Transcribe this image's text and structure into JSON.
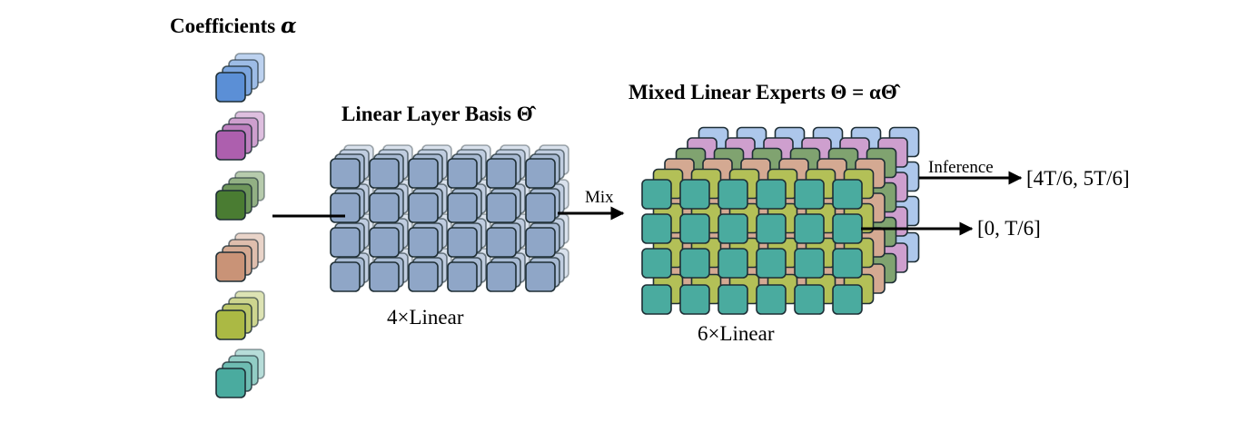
{
  "coefficients": {
    "title": "Coefficients",
    "symbol": "α"
  },
  "basis": {
    "title": "Linear Layer Basis",
    "symbol": "Θ̂",
    "caption": "4×Linear"
  },
  "mixed": {
    "title": "Mixed Linear Experts",
    "formula": "Θ = αΘ̂",
    "caption": "6×Linear"
  },
  "arrows": {
    "mix": "Mix",
    "inference": "Inference",
    "range_top": "[4T/6, 5T/6]",
    "range_bottom": "[0, T/6]"
  },
  "colors": {
    "blue": "#5b8fd6",
    "purple": "#ad5fae",
    "green": "#4a7c32",
    "peach": "#c99377",
    "olive": "#abb944",
    "teal": "#4aab9f",
    "basis_blue": "#8fa6c7",
    "stroke": "#1e2e35"
  }
}
